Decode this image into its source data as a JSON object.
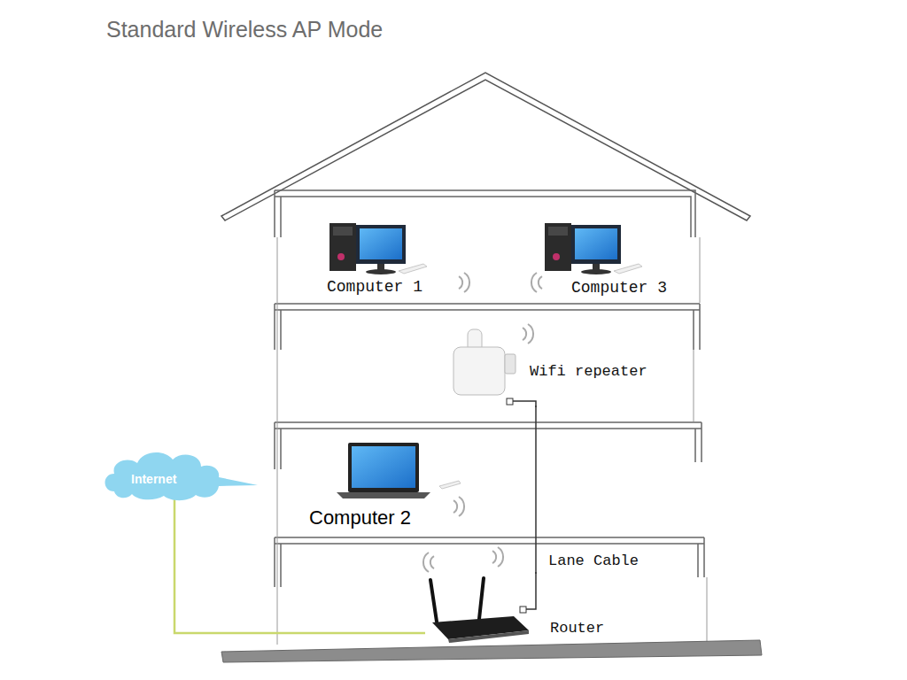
{
  "diagram": {
    "title": "Standard Wireless AP Mode",
    "nodes": [
      {
        "text": [
          "Computer 1"
        ]
      },
      {
        "text": [
          "Computer 3"
        ]
      },
      {
        "text": [
          "Wifi repeater"
        ]
      },
      {
        "text": [
          "Internet"
        ]
      },
      {
        "text": [
          "Computer 2"
        ]
      },
      {
        "text": [
          "Router"
        ]
      }
    ],
    "edges": [
      {
        "from": 3,
        "to": 5,
        "arrow": "none"
      },
      {
        "from": 5,
        "to": 2,
        "label": "Lane Cable",
        "arrow": "none"
      }
    ]
  }
}
